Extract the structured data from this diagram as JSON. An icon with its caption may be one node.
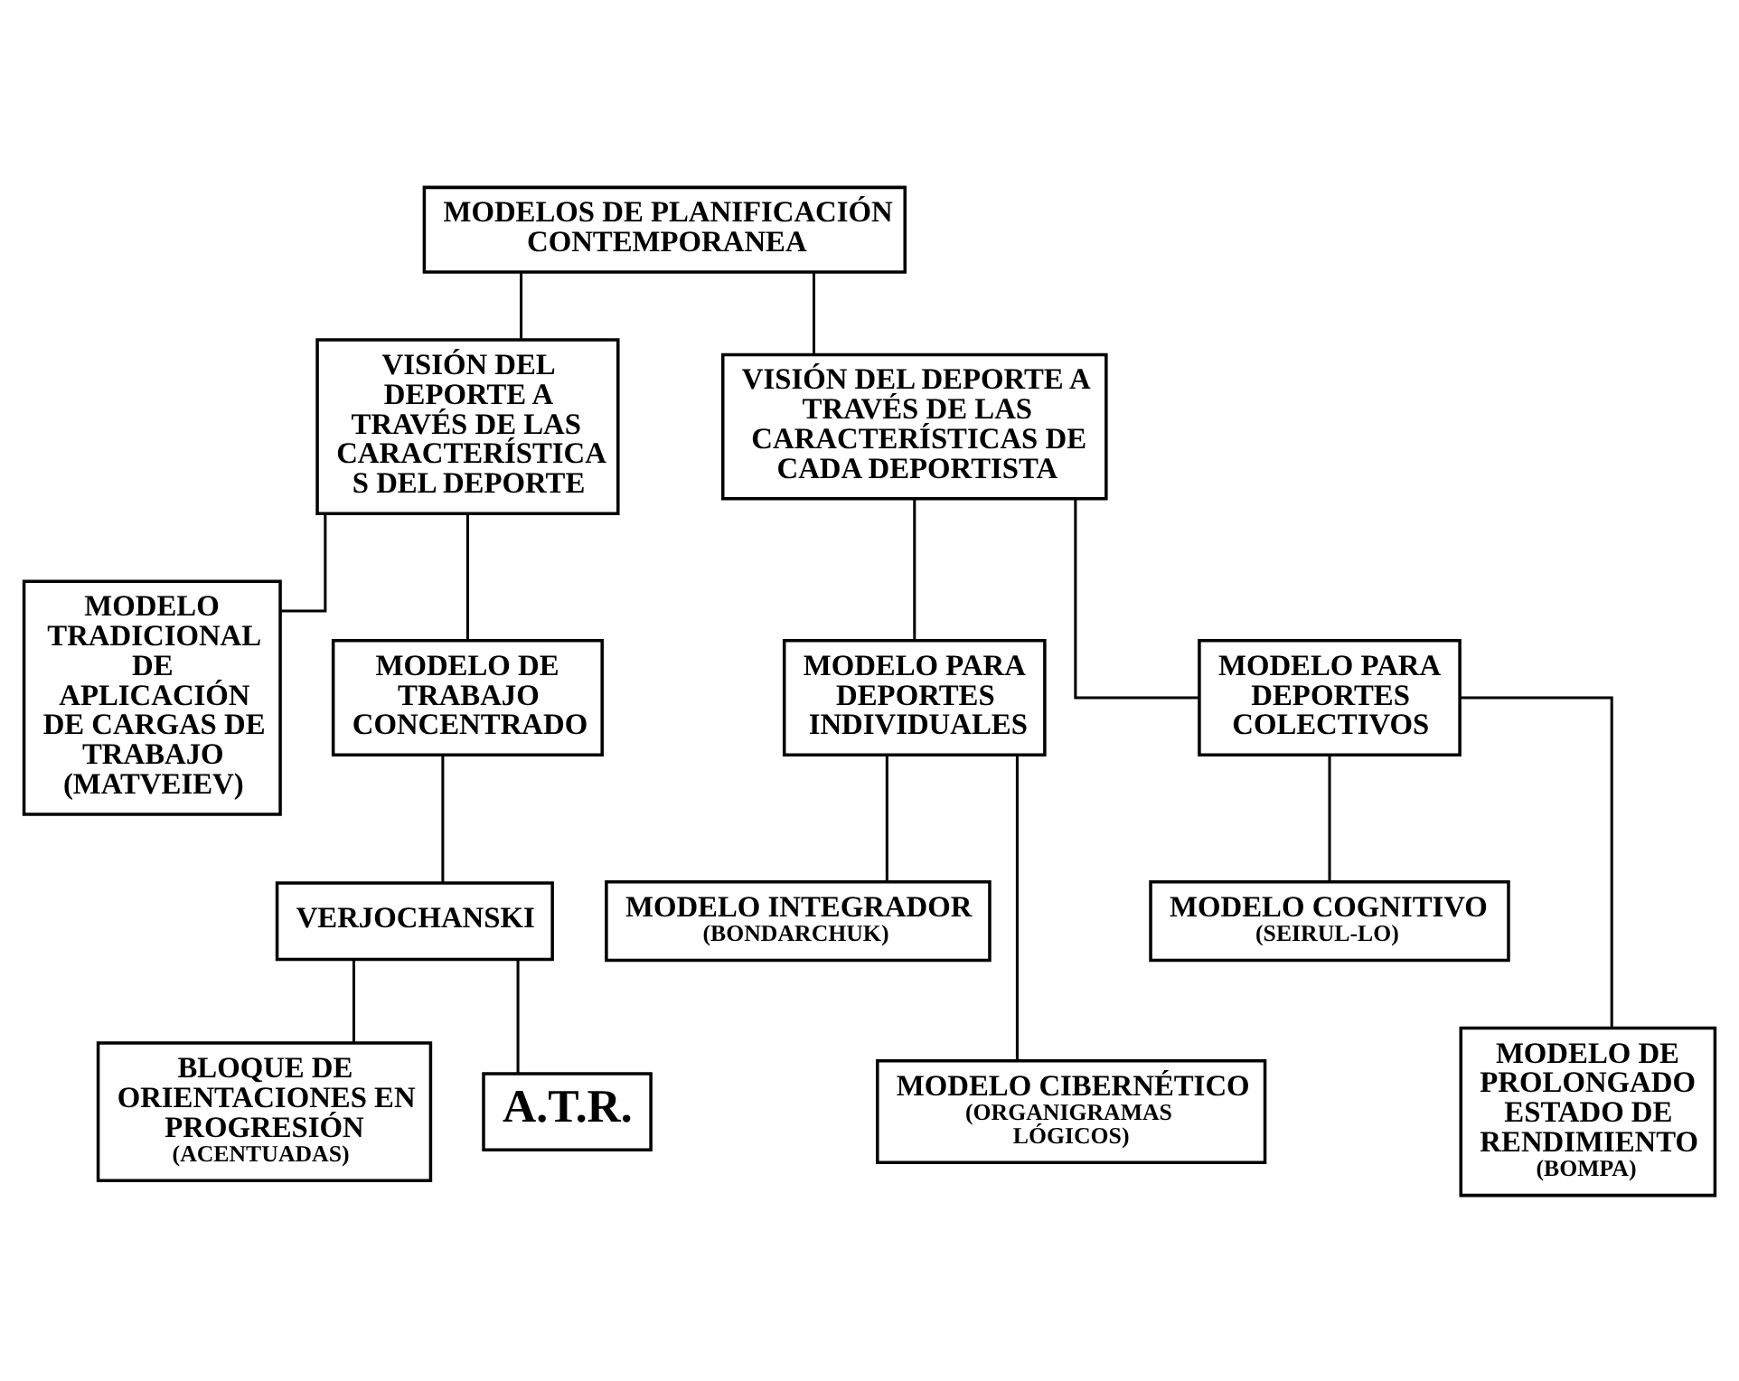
{
  "diagram": {
    "nodes": [
      {
        "text": [
          "MODELOS DE PLANIFICACIÓN CONTEMPORANEA"
        ]
      },
      {
        "text": [
          "VISIÓN DEL DEPORTE A TRAVÉS DE LAS CARACTERÍSTICAS DEL DEPORTE"
        ]
      },
      {
        "text": [
          "VISIÓN DEL DEPORTE A TRAVÉS DE LAS CARACTERÍSTICAS DE CADA DEPORTISTA"
        ]
      },
      {
        "text": [
          "MODELO TRADICIONAL DE APLICACIÓN DE CARGAS DE TRABAJO (MATVEIEV)"
        ]
      },
      {
        "text": [
          "MODELO DE TRABAJO CONCENTRADO"
        ]
      },
      {
        "text": [
          "MODELO PARA DEPORTES INDIVIDUALES"
        ]
      },
      {
        "text": [
          "MODELO PARA DEPORTES COLECTIVOS"
        ]
      },
      {
        "text": [
          "VERJOCHANSKI"
        ]
      },
      {
        "text": [
          "MODELO INTEGRADOR",
          "(BONDARCHUK)"
        ]
      },
      {
        "text": [
          "MODELO COGNITIVO",
          "(SEIRUL-LO)"
        ]
      },
      {
        "text": [
          "BLOQUE DE ORIENTACIONES EN PROGRESIÓN",
          "(ACENTUADAS)"
        ]
      },
      {
        "text": [
          "A.T.R."
        ]
      },
      {
        "text": [
          "MODELO CIBERNÉTICO",
          "(ORGANIGRAMAS LÓGICOS)"
        ]
      },
      {
        "text": [
          "MODELO DE PROLONGADO ESTADO DE RENDIMIENTO",
          "(BOMPA)"
        ]
      }
    ],
    "edges": [
      {
        "from": 0,
        "to": 1,
        "arrow": "none"
      },
      {
        "from": 0,
        "to": 2,
        "arrow": "none"
      },
      {
        "from": 1,
        "to": 3,
        "arrow": "none"
      },
      {
        "from": 1,
        "to": 4,
        "arrow": "none"
      },
      {
        "from": 2,
        "to": 5,
        "arrow": "none"
      },
      {
        "from": 2,
        "to": 6,
        "arrow": "none"
      },
      {
        "from": 4,
        "to": 7,
        "arrow": "none"
      },
      {
        "from": 5,
        "to": 8,
        "arrow": "none"
      },
      {
        "from": 5,
        "to": 12,
        "arrow": "none"
      },
      {
        "from": 6,
        "to": 9,
        "arrow": "none"
      },
      {
        "from": 6,
        "to": 13,
        "arrow": "none"
      },
      {
        "from": 7,
        "to": 10,
        "arrow": "none"
      },
      {
        "from": 7,
        "to": 11,
        "arrow": "none"
      }
    ]
  }
}
